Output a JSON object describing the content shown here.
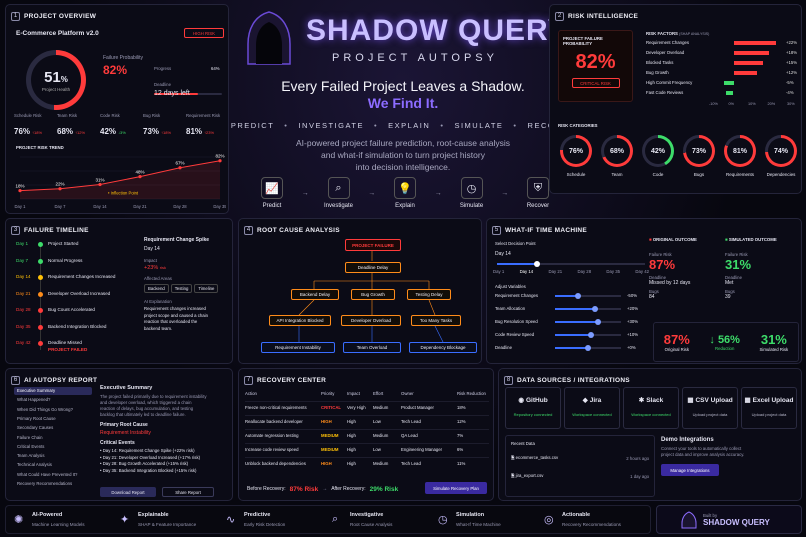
{
  "hero": {
    "title": "SHADOW QUERY",
    "subtitle": "PROJECT AUTOPSY",
    "tagline1": "Every Failed Project Leaves a Shadow.",
    "tagline2": "We Find It.",
    "steps": [
      "PREDICT",
      "INVESTIGATE",
      "EXPLAIN",
      "SIMULATE",
      "RECOVER"
    ],
    "desc1": "AI-powered project failure prediction, root-cause analysis",
    "desc2": "and what-if simulation to turn project history",
    "desc3": "into decision intelligence.",
    "flow": [
      "Predict",
      "Investigate",
      "Explain",
      "Simulate",
      "Recover"
    ]
  },
  "p1": {
    "num": "1",
    "title": "PROJECT OVERVIEW",
    "project": "E-Commerce Platform v2.0",
    "risk_badge": "HIGH RISK",
    "health_value": "51",
    "health_unit": "%",
    "health_label": "Project Health",
    "fp_label": "Failure Probability",
    "fp_value": "82%",
    "progress_label": "Progress",
    "progress_value": "64%",
    "progress": 0.64,
    "deadline_label": "Deadline",
    "deadline_value": "12 days left",
    "metrics": [
      {
        "label": "Schedule Risk",
        "value": "76%",
        "delta": "↑18%"
      },
      {
        "label": "Team Risk",
        "value": "68%",
        "delta": "↑12%"
      },
      {
        "label": "Code Risk",
        "value": "42%",
        "delta": "↓3%"
      },
      {
        "label": "Bug Risk",
        "value": "73%",
        "delta": "↑18%"
      },
      {
        "label": "Requirement Risk",
        "value": "81%",
        "delta": "↑23%"
      }
    ],
    "trend_title": "PROJECT RISK TREND",
    "trend_days": [
      "Day 1",
      "Day 7",
      "Day 14",
      "Day 21",
      "Day 28",
      "Day 35"
    ],
    "trend_values": [
      18,
      22,
      31,
      48,
      67,
      82
    ],
    "trend_labels": [
      "18%",
      "22%",
      "31%",
      "48%",
      "67%",
      "82%"
    ],
    "inflection": "Inflection Point"
  },
  "p2": {
    "num": "2",
    "title": "RISK INTELLIGENCE",
    "fp_label": "PROJECT FAILURE PROBABILITY",
    "fp_value": "82%",
    "critical": "CRITICAL RISK",
    "factors_title": "RISK FACTORS",
    "factors_sub": "(SHAP ANALYSIS)",
    "factors": [
      {
        "name": "Requirement Changes",
        "val": "+22%",
        "v": 22
      },
      {
        "name": "Developer Overload",
        "val": "+18%",
        "v": 18
      },
      {
        "name": "Blocked Tasks",
        "val": "+15%",
        "v": 15
      },
      {
        "name": "Bug Growth",
        "val": "+12%",
        "v": 12
      },
      {
        "name": "High Commit Frequency",
        "val": "-5%",
        "v": -5
      },
      {
        "name": "Fast Code Reviews",
        "val": "-4%",
        "v": -4
      }
    ],
    "axis": [
      "-10%",
      "0%",
      "10%",
      "20%",
      "30%"
    ],
    "cat_title": "RISK CATEGORIES",
    "cats": [
      {
        "name": "Schedule",
        "val": "76%",
        "v": 76,
        "c": "#ff3b3b"
      },
      {
        "name": "Team",
        "val": "68%",
        "v": 68,
        "c": "#ff3b3b"
      },
      {
        "name": "Code",
        "val": "42%",
        "v": 42,
        "c": "#3ddc6a"
      },
      {
        "name": "Bugs",
        "val": "73%",
        "v": 73,
        "c": "#ff3b3b"
      },
      {
        "name": "Requirements",
        "val": "81%",
        "v": 81,
        "c": "#ff3b3b"
      },
      {
        "name": "Dependencies",
        "val": "74%",
        "v": 74,
        "c": "#ff3b3b"
      }
    ]
  },
  "p3": {
    "num": "3",
    "title": "FAILURE TIMELINE",
    "events": [
      {
        "day": "Day 1",
        "text": "Project Started",
        "c": "#3ddc6a"
      },
      {
        "day": "Day 7",
        "text": "Normal Progress",
        "c": "#3ddc6a"
      },
      {
        "day": "Day 14",
        "text": "Requirement Changes Increased",
        "c": "#ffc107"
      },
      {
        "day": "Day 21",
        "text": "Developer Overload Increased",
        "c": "#ff8c1a"
      },
      {
        "day": "Day 28",
        "text": "Bug Count Accelerated",
        "c": "#ff3b3b"
      },
      {
        "day": "Day 35",
        "text": "Backend Integration Blocked",
        "c": "#ff3b3b"
      },
      {
        "day": "Day 42",
        "text": "Deadline Missed",
        "c": "#ff3b3b"
      }
    ],
    "failed": "PROJECT FAILED",
    "detail_title": "Requirement Change Spike",
    "detail_day": "Day 14",
    "impact_label": "Impact",
    "impact_value": "+23%",
    "impact_unit": "risk",
    "areas_label": "Affected Areas",
    "areas": [
      "Backend",
      "Testing",
      "Timeline"
    ],
    "expl_label": "AI Explanation",
    "expl": [
      "Requirement changes increased",
      "project scope and caused a chain",
      "reaction that overloaded the",
      "backend team."
    ]
  },
  "p4": {
    "num": "4",
    "title": "ROOT CAUSE ANALYSIS",
    "root": "PROJECT FAILURE",
    "l1": "Deadline Delay",
    "l2": [
      "Backend Delay",
      "Bug Growth",
      "Testing Delay"
    ],
    "l3": [
      "API Integration Blocked",
      "Developer Overload",
      "Too Many Tasks"
    ],
    "l4": [
      "Requirement Instability",
      "Team Overload",
      "Dependency Blockage"
    ]
  },
  "p5": {
    "num": "5",
    "title": "WHAT-IF TIME MACHINE",
    "sel_label": "Select Decision Point",
    "sel_day": "Day 14",
    "days": [
      "Day 1",
      "Day 14",
      "Day 21",
      "Day 28",
      "Day 35",
      "Day 42"
    ],
    "adj_label": "Adjust Variables",
    "vars": [
      {
        "name": "Requirement Changes",
        "val": "-50%",
        "p": 0.35
      },
      {
        "name": "Team Allocation",
        "val": "+20%",
        "p": 0.6
      },
      {
        "name": "Bug Resolution Speed",
        "val": "+30%",
        "p": 0.65
      },
      {
        "name": "Code Review Speed",
        "val": "+10%",
        "p": 0.55
      },
      {
        "name": "Deadline",
        "val": "+0%",
        "p": 0.5
      }
    ],
    "orig_title": "ORIGINAL OUTCOME",
    "sim_title": "SIMULATED OUTCOME",
    "fr_label": "Failure Risk",
    "orig_fr": "87%",
    "sim_fr": "31%",
    "dl_label": "Deadline",
    "orig_dl": "Missed by 12 days",
    "sim_dl": "Met",
    "bugs_label": "Bugs",
    "orig_bugs": "84",
    "sim_bugs": "39",
    "sum_orig": "87%",
    "sum_orig_label": "Original Risk",
    "sum_red": "56%",
    "sum_red_label": "Reduction",
    "sum_sim": "31%",
    "sum_sim_label": "Simulated Risk"
  },
  "p6": {
    "num": "6",
    "title": "AI AUTOPSY REPORT",
    "nav": [
      "Executive Summary",
      "What Happened?",
      "When Did Things Go Wrong?",
      "Primary Root Cause",
      "Secondary Causes",
      "Failure Chain",
      "Critical Events",
      "Team Analysis",
      "Technical Analysis",
      "What Could Have Prevented It?",
      "Recovery Recommendations"
    ],
    "sum_title": "Executive Summary",
    "sum": [
      "The project failed primarily due to requirement instability",
      "and developer overload, which triggered a chain",
      "reaction of delays, bug accumulation, and testing",
      "backlog that ultimately led to deadline failure."
    ],
    "prc_label": "Primary Root Cause",
    "prc": "Requirement Instability",
    "ce_label": "Critical Events",
    "ce": [
      "Day 14: Requirement Change Spike (+22% risk)",
      "Day 21: Developer Overload Increased (+17% risk)",
      "Day 28: Bug Growth Accelerated (+15% risk)",
      "Day 35: Backend Integration Blocked (+15% risk)"
    ],
    "download": "Download Report",
    "share": "Share Report"
  },
  "p7": {
    "num": "7",
    "title": "RECOVERY CENTER",
    "headers": [
      "Action",
      "Priority",
      "Impact",
      "Effort",
      "Owner",
      "Risk Reduction"
    ],
    "rows": [
      [
        "Freeze non-critical requirements",
        "CRITICAL",
        "Very High",
        "Medium",
        "Product Manager",
        "18%"
      ],
      [
        "Reallocate backend developer",
        "HIGH",
        "High",
        "Low",
        "Tech Lead",
        "12%"
      ],
      [
        "Automate regression testing",
        "MEDIUM",
        "High",
        "Medium",
        "QA Lead",
        "7%"
      ],
      [
        "Increase code review speed",
        "MEDIUM",
        "High",
        "Low",
        "Engineering Manager",
        "6%"
      ],
      [
        "Unblock backend dependencies",
        "HIGH",
        "High",
        "Medium",
        "Tech Lead",
        "11%"
      ]
    ],
    "before_label": "Before Recovery:",
    "before_val": "87% Risk",
    "after_label": "After Recovery:",
    "after_val": "29% Risk",
    "sim_btn": "Simulate Recovery Plan"
  },
  "p8": {
    "num": "8",
    "title": "DATA SOURCES / INTEGRATIONS",
    "sources": [
      {
        "name": "GitHub",
        "status": "Repository connected",
        "ok": true
      },
      {
        "name": "Jira",
        "status": "Workspace connected",
        "ok": true
      },
      {
        "name": "Slack",
        "status": "Workspace connected",
        "ok": true
      },
      {
        "name": "CSV Upload",
        "status": "Upload project data",
        "ok": false
      },
      {
        "name": "Excel Upload",
        "status": "Upload project data",
        "ok": false
      }
    ],
    "recent_label": "Recent Data",
    "recent": [
      {
        "file": "ecommerce_tasks.csv",
        "time": "2 hours ago"
      },
      {
        "file": "jira_export.csv",
        "time": "1 day ago"
      }
    ],
    "demo_title": "Demo Integrations",
    "demo_desc": [
      "Connect your tools to automatically collect",
      "project data and improve analysis accuracy."
    ],
    "manage": "Manage Integrations"
  },
  "footer": {
    "items": [
      {
        "title": "AI-Powered",
        "sub": "Machine Learning Models"
      },
      {
        "title": "Explainable",
        "sub": "SHAP & Feature Importance"
      },
      {
        "title": "Predictive",
        "sub": "Early Risk Detection"
      },
      {
        "title": "Investigative",
        "sub": "Root Cause Analysis"
      },
      {
        "title": "Simulation",
        "sub": "What-If Time Machine"
      },
      {
        "title": "Actionable",
        "sub": "Recovery Recommendations"
      }
    ],
    "built_by": "Built by",
    "brand": "SHADOW QUERY"
  },
  "colors": {
    "red": "#ff3b3b",
    "green": "#3ddc6a",
    "orange": "#ff8c1a",
    "yellow": "#ffc107",
    "blue": "#3a6dff",
    "purple": "#8c6cff"
  }
}
